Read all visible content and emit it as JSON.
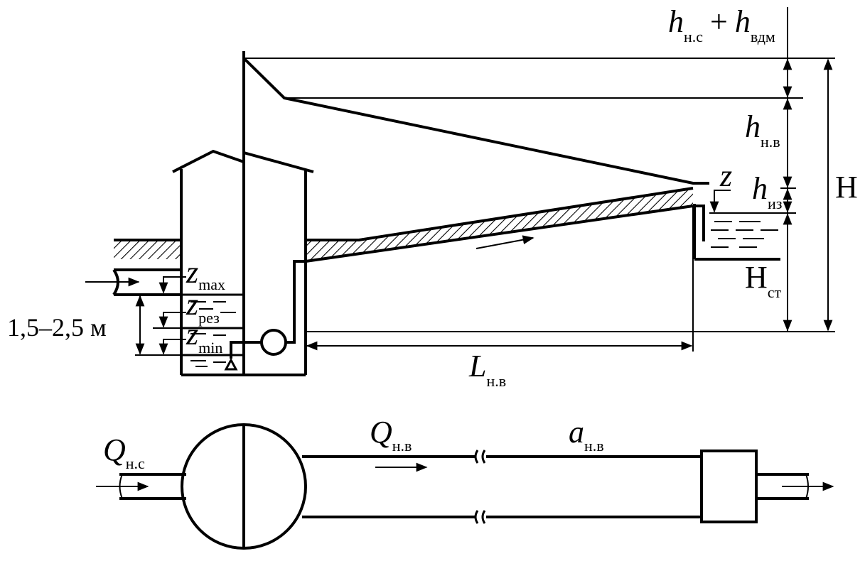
{
  "labels": {
    "hns_sym": "h",
    "hns_sub": "н.с",
    "plus": "+",
    "hvdm_sym": "h",
    "hvdm_sub": "вдм",
    "hnv_sym": "h",
    "hnv_sub": "н.в",
    "z_top": "z",
    "hiz_sym": "h",
    "hiz_sub": "из",
    "H": "H",
    "Hst_sym": "H",
    "Hst_sub": "ст",
    "zmax_sym": "z",
    "zmax_sub": "max",
    "zrez_sym": "z",
    "zrez_sub": "рез",
    "zmin_sym": "z",
    "zmin_sub": "min",
    "depth_range": "1,5–2,5 м",
    "Lnv_sym": "L",
    "Lnv_sub": "н.в",
    "Qns_sym": "Q",
    "Qns_sub": "н.с",
    "Qnv_sym": "Q",
    "Qnv_sub": "н.в",
    "anv_sym": "a",
    "anv_sub": "н.в"
  },
  "colors": {
    "line": "#000000",
    "background": "#ffffff"
  }
}
